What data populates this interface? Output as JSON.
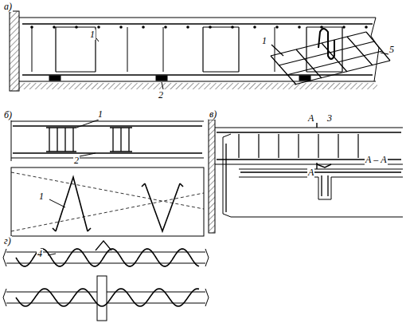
{
  "diagram": {
    "labels": [
      "а)",
      "1",
      "2",
      "1",
      "5",
      "б)",
      "1",
      "2",
      "1",
      "в)",
      "3",
      "А",
      "А",
      "А – А",
      "г)",
      "4"
    ]
  }
}
